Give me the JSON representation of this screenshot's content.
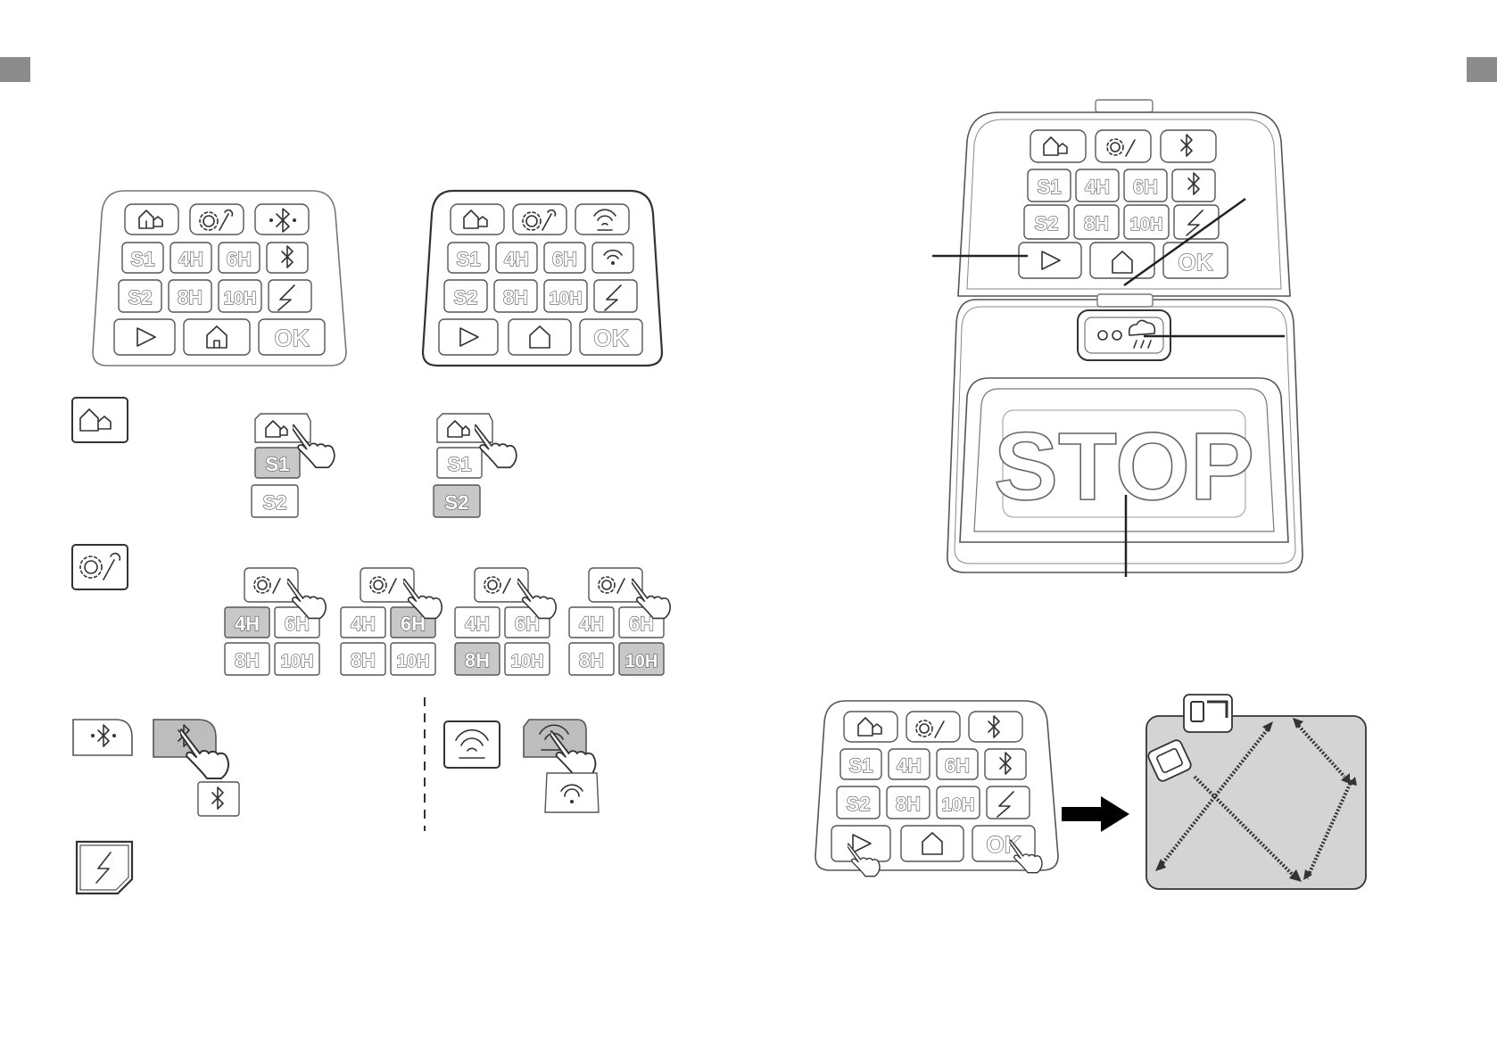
{
  "keys": {
    "s1": "S1",
    "s2": "S2",
    "h4": "4H",
    "h6": "6H",
    "h8": "8H",
    "h10": "10H",
    "ok": "OK",
    "stop": "STOP"
  },
  "icons": {
    "home_zone": "home-zone-icon",
    "settings": "gear-wrench-icon",
    "bluetooth": "bluetooth-icon",
    "signal": "signal-icon",
    "wifi": "wifi-icon",
    "lightning": "lightning-icon",
    "play": "play-icon",
    "home": "home-icon",
    "rain": "rain-sensor-icon",
    "hand": "finger-press-icon",
    "arrow": "arrow-right-icon"
  },
  "colors": {
    "highlight": "#c8c8c8",
    "tab": "#8c8c8c",
    "lawn": "#d4d4d4"
  }
}
